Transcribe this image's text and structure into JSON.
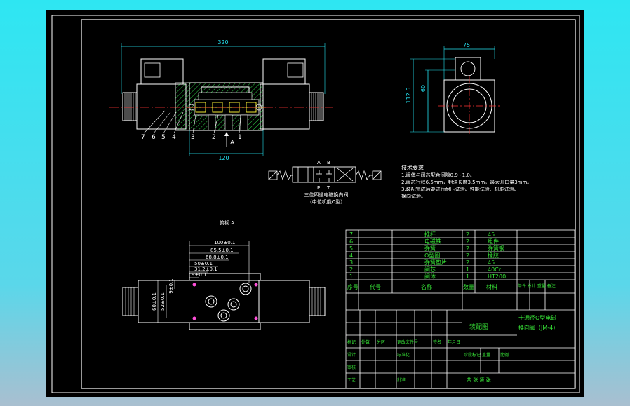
{
  "colors": {
    "background_outer": "#2ee6f2",
    "canvas": "#000000",
    "frame": "#ffffff",
    "table_lines": "#ffffff",
    "table_text": "#37e637",
    "dimension": "#25e3f2",
    "centerline": "#ff3333",
    "hatch": "#2fd24a",
    "seals": "#f1e832"
  },
  "dimensions": {
    "front_width": "320",
    "front_bottom": "120",
    "side_top": "75",
    "side_height_outer": "112.5",
    "side_height_inner": "60",
    "bottom_view": [
      "100±0.1",
      "85.5±0.1",
      "68.8±0.1",
      "50±0.1",
      "31.2±0.1",
      "9±0.1"
    ],
    "bottom_vertical": [
      "60±0.1",
      "52±0.1",
      "9±0.1"
    ]
  },
  "part_callouts": [
    "7",
    "6",
    "5",
    "4",
    "3",
    "2",
    "1"
  ],
  "section_arrow_label": "A",
  "view_label": "俯视 A",
  "symbol": {
    "ports_top": [
      "A",
      "B"
    ],
    "ports_bottom": [
      "P",
      "T"
    ],
    "caption": [
      "三位四通电磁换向阀",
      "（中位机能O型）"
    ]
  },
  "tech_req": {
    "title": "技术要求",
    "lines": [
      "1.阀体与阀芯配合间隙0.9~1.0。",
      "2.阀芯行程6.5mm，封油长度3.5mm，最大开口量3mm。",
      "3.装配完成后要进行耐压试验、性能试验、机能试验、",
      "   换向试验。"
    ]
  },
  "bom": [
    {
      "no": "7",
      "name": "推杆",
      "qty": "2",
      "material": "45"
    },
    {
      "no": "6",
      "name": "电磁铁",
      "qty": "2",
      "material": "组件"
    },
    {
      "no": "5",
      "name": "弹簧",
      "qty": "2",
      "material": "弹簧钢"
    },
    {
      "no": "4",
      "name": "O型圈",
      "qty": "2",
      "material": "橡胶"
    },
    {
      "no": "3",
      "name": "弹簧垫片",
      "qty": "2",
      "material": "45"
    },
    {
      "no": "2",
      "name": "阀芯",
      "qty": "1",
      "material": "40Cr"
    },
    {
      "no": "1",
      "name": "阀体",
      "qty": "1",
      "material": "HT200"
    }
  ],
  "bom_header": {
    "no": "序号",
    "code": "代号",
    "name": "名称",
    "qty": "数量",
    "material": "材料",
    "note": "单件 总计 重量 备注"
  },
  "title_block": {
    "drawing_type": "装配图",
    "title_line1": "十通径O型电磁",
    "title_line2": "换向阀（JM-4）",
    "labels": {
      "mark": "标记",
      "count": "处数",
      "zone": "分区",
      "change_doc": "更改文件号",
      "sign": "签名",
      "date": "年月日",
      "design": "设计",
      "standard": "标准化",
      "review": "审核",
      "process": "工艺",
      "approve": "批准",
      "stage": "阶段标记",
      "weight": "重量",
      "scale": "比例",
      "sheet": "共 张 第 张"
    }
  }
}
